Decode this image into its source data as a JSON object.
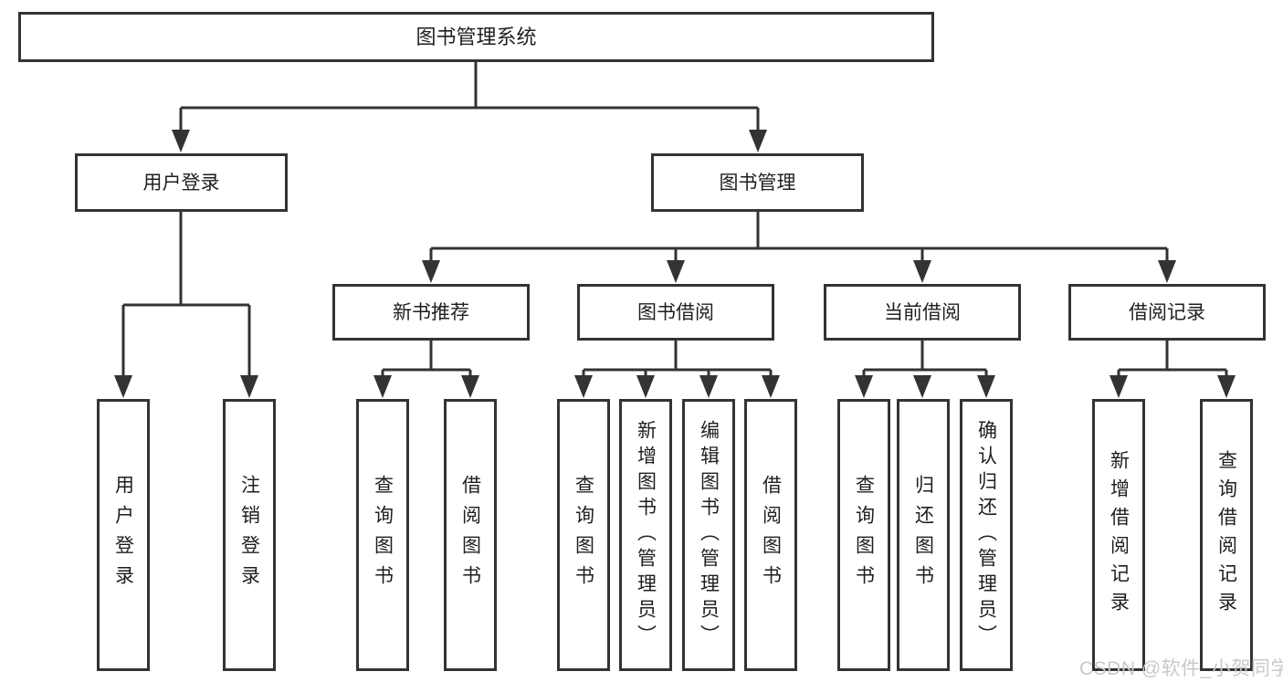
{
  "root": {
    "label": "图书管理系统"
  },
  "branches": {
    "user_login": {
      "label": "用户登录",
      "children": [
        {
          "label": "用户登录"
        },
        {
          "label": "注销登录"
        }
      ]
    },
    "book_management": {
      "label": "图书管理",
      "sections": [
        {
          "label": "新书推荐",
          "children": [
            {
              "label": "查询图书"
            },
            {
              "label": "借阅图书"
            }
          ]
        },
        {
          "label": "图书借阅",
          "children": [
            {
              "label": "查询图书"
            },
            {
              "label": "新增图书（管理员）"
            },
            {
              "label": "编辑图书（管理员）"
            },
            {
              "label": "借阅图书"
            }
          ]
        },
        {
          "label": "当前借阅",
          "children": [
            {
              "label": "查询图书"
            },
            {
              "label": "归还图书"
            },
            {
              "label": "确认归还（管理员）"
            }
          ]
        },
        {
          "label": "借阅记录",
          "children": [
            {
              "label": "新增借阅记录"
            },
            {
              "label": "查询借阅记录"
            }
          ]
        }
      ]
    }
  },
  "watermark": "CSDN @软件_小贺同学",
  "colors": {
    "line": "#333333",
    "text": "#1f1f1f",
    "watermark": "#c9c9c9",
    "background": "#ffffff"
  }
}
